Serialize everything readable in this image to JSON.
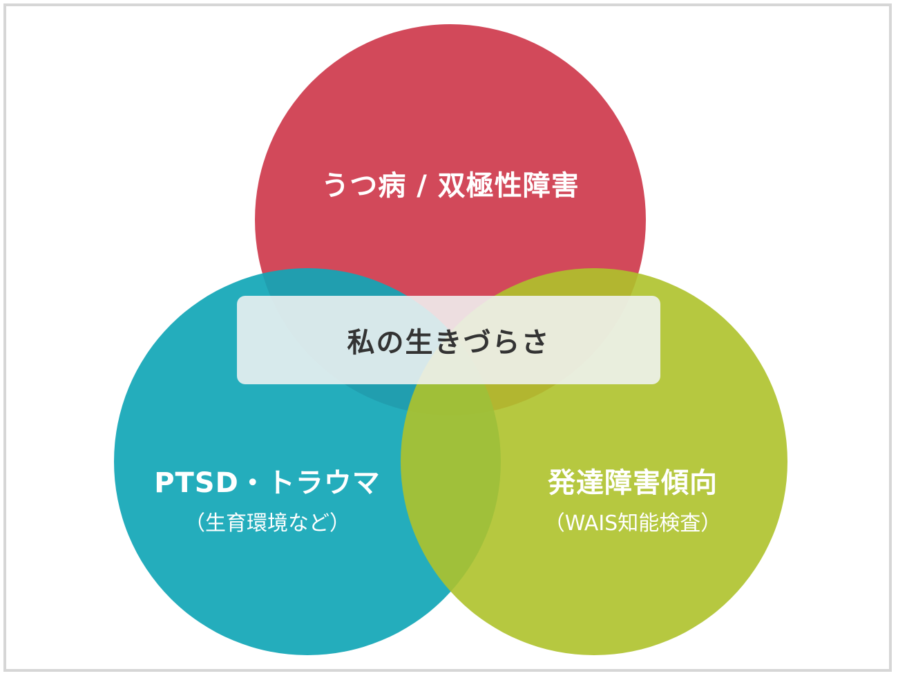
{
  "diagram": {
    "circles": [
      {
        "id": "depression",
        "label": "うつ病 / 双極性障害",
        "sublabel": "",
        "color": "#d2495a"
      },
      {
        "id": "ptsd",
        "label": "PTSD・トラウマ",
        "sublabel": "（生育環境など）",
        "color": "#11a6b6"
      },
      {
        "id": "developmental",
        "label": "発達障害傾向",
        "sublabel": "（WAIS知能検査）",
        "color": "#aec22b"
      }
    ],
    "center_label": "私の生きづらさ"
  }
}
